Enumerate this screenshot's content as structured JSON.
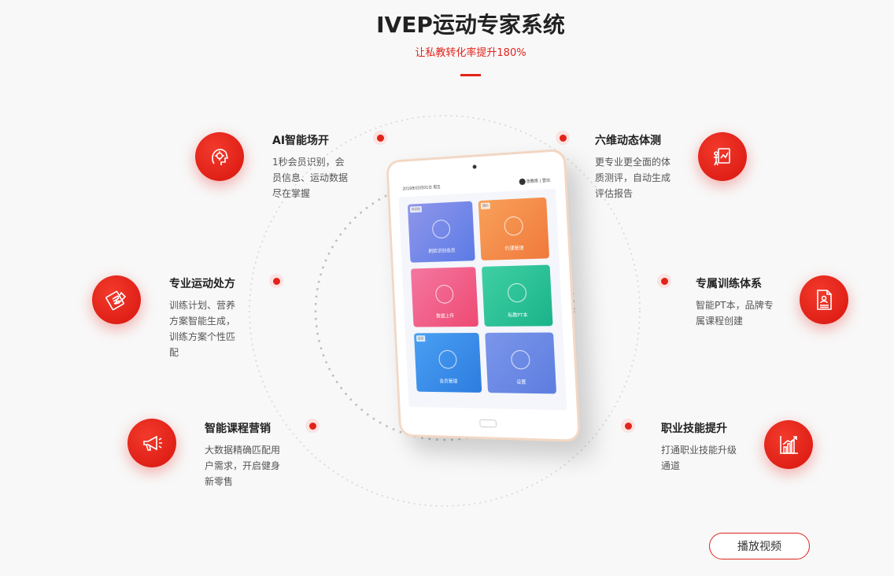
{
  "header": {
    "title": "IVEP运动专家系统",
    "subtitle": "让私教转化率提升180%"
  },
  "features": [
    {
      "title": "AI智能场开",
      "desc": "1秒会员识别，会员信息、运动数据尽在掌握",
      "icon": "ai-head-icon"
    },
    {
      "title": "六维动态体测",
      "desc": "更专业更全面的体质测评，自动生成评估报告",
      "icon": "body-test-icon"
    },
    {
      "title": "专业运动处方",
      "desc": "训练计划、营养方案智能生成，训练方案个性匹配",
      "icon": "prescription-icon"
    },
    {
      "title": "专属训练体系",
      "desc": "智能PT本，品牌专属课程创建",
      "icon": "document-icon"
    },
    {
      "title": "智能课程营销",
      "desc": "大数据精确匹配用户需求，开启健身新零售",
      "icon": "megaphone-icon"
    },
    {
      "title": "职业技能提升",
      "desc": "打通职业技能升级通道",
      "icon": "growth-chart-icon"
    }
  ],
  "tablet": {
    "date_text": "2019年03月01日 周五",
    "user_text": "张教练 | 登出",
    "tiles": [
      {
        "label": "刷脸识别会员",
        "tag": "AI识别"
      },
      {
        "label": "约课管理",
        "tag": "预约"
      },
      {
        "label": "数据上传",
        "tag": ""
      },
      {
        "label": "私教PT本",
        "tag": ""
      },
      {
        "label": "会员管理",
        "tag": "会员"
      },
      {
        "label": "设置",
        "tag": ""
      }
    ]
  },
  "play_button": {
    "label": "播放视频"
  },
  "colors": {
    "accent": "#e2231a"
  }
}
